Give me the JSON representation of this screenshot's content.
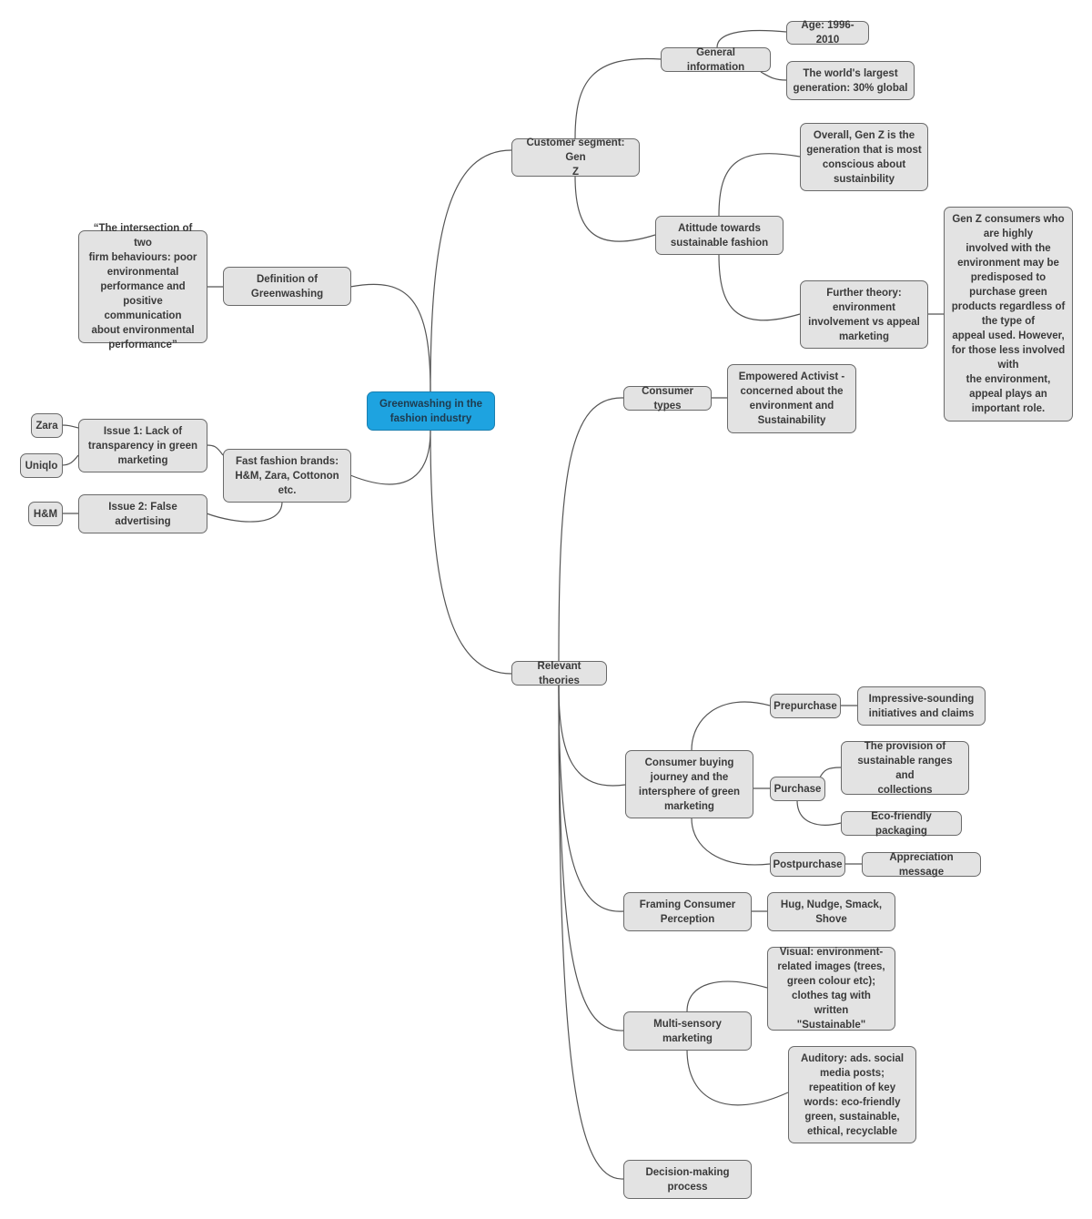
{
  "root": {
    "label": "Greenwashing in the\nfashion industry"
  },
  "nodes": {
    "customer_segment": "Customer segment: Gen\nZ",
    "general_information": "General information",
    "age": "Age: 1996-2010",
    "largest_generation": "The world's largest\ngeneration: 30% global",
    "attitude": "Atittude towards\nsustainable fashion",
    "overall_gen_z": "Overall, Gen Z is the\ngeneration that is most\nconscious about\nsustainbility",
    "further_theory": "Further theory:\nenvironment\ninvolvement vs appeal\nmarketing",
    "gen_z_consumers": "Gen Z consumers who\nare highly\ninvolved with the\nenvironment may be\npredisposed to\npurchase green\nproducts regardless of\nthe type of\nappeal used. However,\nfor those less involved\nwith\nthe environment,\nappeal plays an\nimportant role.",
    "definition": "Definition of\nGreenwashing",
    "definition_quote": "“The intersection of two\nfirm behaviours: poor\nenvironmental\nperformance and\npositive communication\nabout environmental\nperformance”",
    "fast_fashion": "Fast fashion brands:\nH&M, Zara, Cottonon\netc.",
    "issue1": "Issue 1: Lack of\ntransparency in green\nmarketing",
    "zara": "Zara",
    "uniqlo": "Uniqlo",
    "issue2": "Issue 2: False\nadvertising",
    "hm": "H&M",
    "consumer_types": "Consumer types",
    "empowered_activist": "Empowered Activist -\nconcerned about the\nenvironment and\nSustainability",
    "relevant_theories": "Relevant theories",
    "buying_journey": "Consumer buying\njourney and the\nintersphere of green\nmarketing",
    "prepurchase": "Prepurchase",
    "impressive": "Impressive-sounding\ninitiatives and claims",
    "purchase": "Purchase",
    "provision": "The provision of\nsustainable ranges and\ncollections",
    "eco_packaging": "Eco-friendly packaging",
    "postpurchase": "Postpurchase",
    "appreciation": "Appreciation message",
    "framing": "Framing Consumer\nPerception",
    "hug_nudge": "Hug, Nudge, Smack,\nShove",
    "multisensory": "Multi-sensory\nmarketing",
    "visual": "Visual: environment-\nrelated images (trees,\ngreen colour etc);\nclothes tag with written\n\"Sustainable\"",
    "auditory": "Auditory: ads. social\nmedia posts;\nrepeatition of key\nwords: eco-friendly\ngreen, sustainable,\nethical, recyclable",
    "decision_making": "Decision-making\nprocess"
  },
  "colors": {
    "root_fill": "#1ea3e0",
    "node_fill": "#e3e3e3",
    "line": "#555555"
  }
}
